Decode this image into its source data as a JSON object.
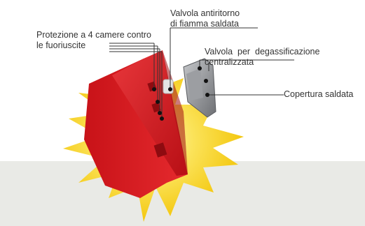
{
  "labels": {
    "protezione": {
      "line1": "Protezione a 4 camere contro",
      "line2": "le fuoriuscite"
    },
    "valvola_fiamma": {
      "line1": "Valvola antiritorno",
      "line2": "di fiamma saldata"
    },
    "degassificazione": {
      "line1": "Valvola  per  degassificazione",
      "line2": "centralizzata"
    },
    "copertura": {
      "text": "Copertura saldata"
    }
  },
  "colors": {
    "battery_red": "#d4141b",
    "battery_dark": "#a30d12",
    "starburst": "#f7d21e",
    "floor": "#e9eae6",
    "leader": "#333333",
    "valve_gray": "#8a8c90"
  },
  "icons": {
    "battery": "battery-cover-illustration",
    "burst": "starburst-shape",
    "valve": "gray-valve-cap"
  }
}
